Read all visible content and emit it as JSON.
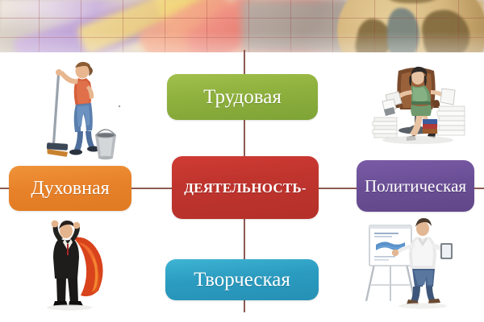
{
  "diagram": {
    "title_text": "ДЕЯТЕЛЬНОСТЬ-",
    "center": {
      "label": "ДЕЯТЕЛЬНОСТЬ-",
      "color": "#c0342e"
    },
    "nodes": [
      {
        "id": "labor",
        "label": "Трудовая",
        "color": "#8fb13e",
        "position": "top"
      },
      {
        "id": "spiritual",
        "label": "Духовная",
        "color": "#e8822a",
        "position": "left"
      },
      {
        "id": "political",
        "label": "Политическая",
        "color": "#6b4f96",
        "position": "right"
      },
      {
        "id": "creative",
        "label": "Творческая",
        "color": "#2b9cc0",
        "position": "bottom"
      }
    ],
    "connector_color": "#8d5a52",
    "illustrations": [
      {
        "id": "cleaner",
        "name": "woman-with-mop-and-bucket-illustration",
        "corner": "top-left"
      },
      {
        "id": "office",
        "name": "businesswoman-at-desk-with-papers-illustration",
        "corner": "top-right"
      },
      {
        "id": "artist",
        "name": "man-in-suit-with-red-cape-illustration",
        "corner": "bottom-left"
      },
      {
        "id": "presentation",
        "name": "man-presenting-at-flipchart-illustration",
        "corner": "bottom-right"
      }
    ]
  },
  "banner": {
    "name": "blurred-crayons-and-globe-photo-banner",
    "description": ""
  }
}
